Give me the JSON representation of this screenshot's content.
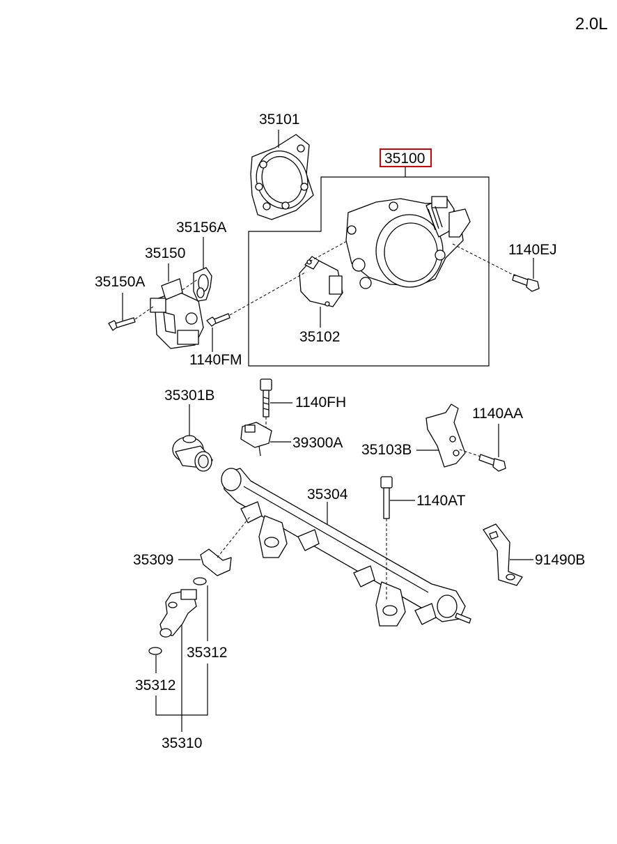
{
  "engine": "2.0L",
  "labels": {
    "p35101": "35101",
    "p35100": "35100",
    "p35156A": "35156A",
    "p35150": "35150",
    "p35150A": "35150A",
    "p1140EJ": "1140EJ",
    "p35102": "35102",
    "p1140FM": "1140FM",
    "p35301B": "35301B",
    "p1140FH": "1140FH",
    "p39300A": "39300A",
    "p1140AA": "1140AA",
    "p35103B": "35103B",
    "p35304": "35304",
    "p1140AT": "1140AT",
    "p35309": "35309",
    "p91490B": "91490B",
    "p35312a": "35312",
    "p35312b": "35312",
    "p35310": "35310"
  },
  "highlight_color": "#d40000"
}
